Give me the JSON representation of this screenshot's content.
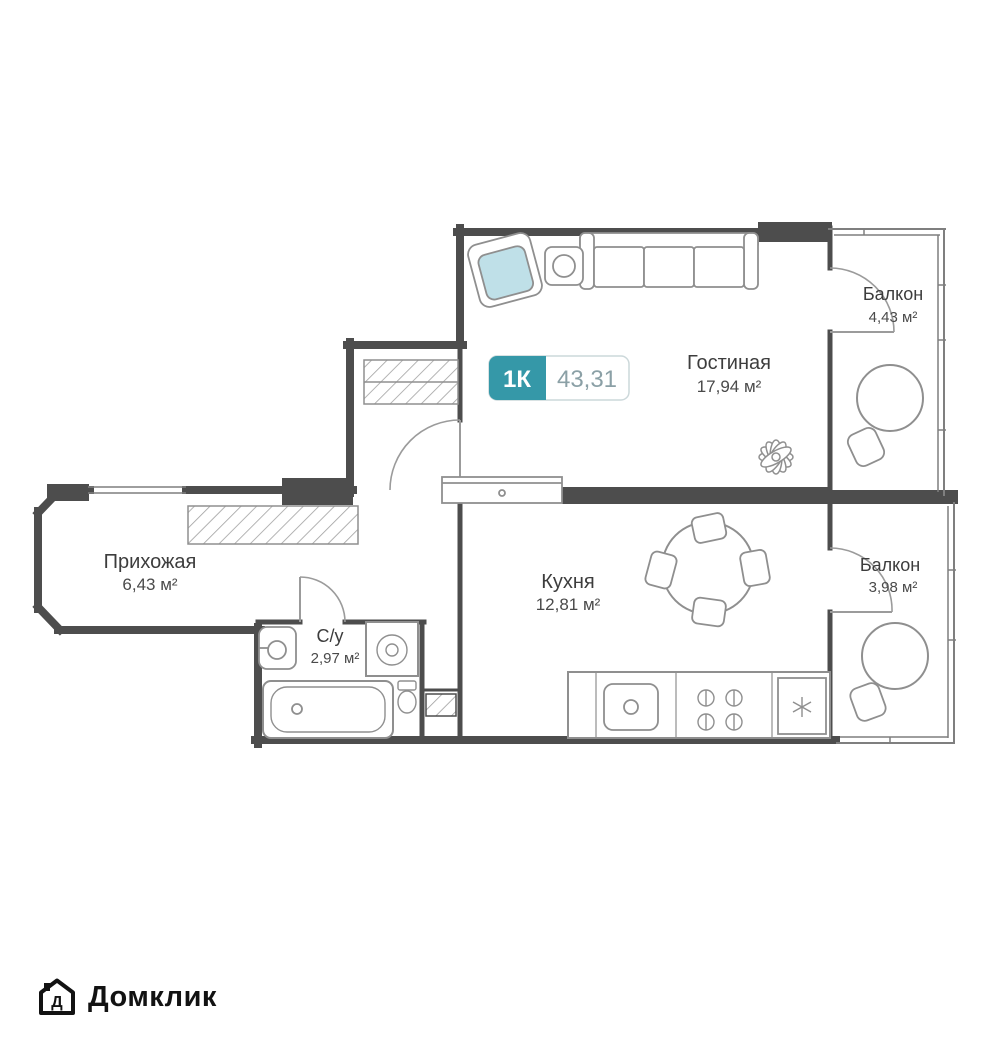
{
  "plan": {
    "badge": {
      "rooms": "1К",
      "area": "43,31"
    },
    "rooms": [
      {
        "name": "Балкон",
        "area": "4,43 м²"
      },
      {
        "name": "Гостиная",
        "area": "17,94 м²"
      },
      {
        "name": "Прихожая",
        "area": "6,43 м²"
      },
      {
        "name": "С/у",
        "area": "2,97 м²"
      },
      {
        "name": "Кухня",
        "area": "12,81 м²"
      },
      {
        "name": "Балкон",
        "area": "3,98 м²"
      }
    ]
  },
  "branding": {
    "logo_text": "Домклик",
    "icon_letter": "Д"
  },
  "colors": {
    "accent_teal": "#3598a8",
    "badge_area_text": "#8ba0a6",
    "badge_border": "#ccd8da",
    "wall": "#4d4d4d",
    "furniture_line": "#8f8f8f",
    "armchair_fill": "#bfe0e8"
  }
}
